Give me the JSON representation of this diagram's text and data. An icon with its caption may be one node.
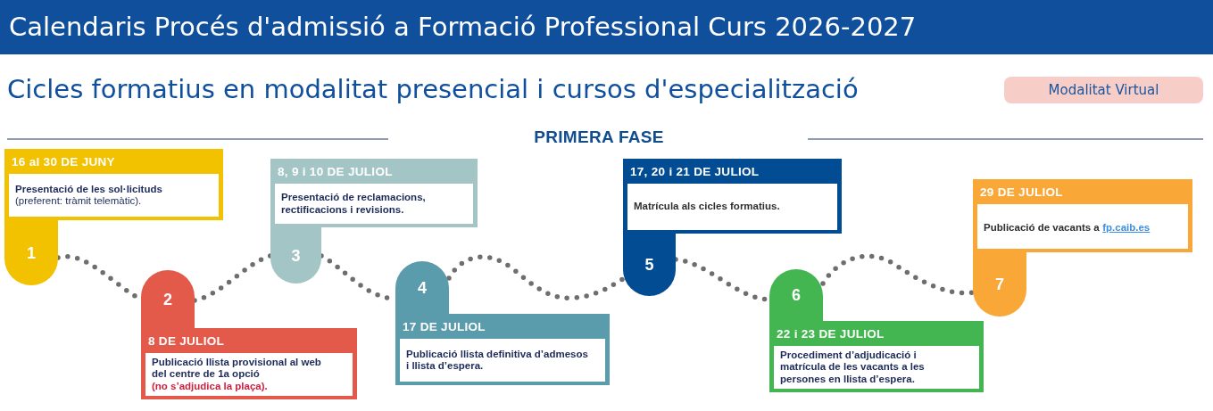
{
  "diagram": {
    "title": "Calendaris Procés d'admissió a Formació Professional Curs 2026-2027",
    "nodes": [
      {
        "text": [
          "16 al 30 DE JUNY",
          "**Presentació de les sol·licituds** (preferent: tràmit telemàtic)."
        ]
      },
      {
        "text": [
          "1"
        ]
      },
      {
        "text": [
          "2"
        ]
      },
      {
        "text": [
          "8 DE JULIOL",
          "Publicació llista provisional al web del centre de 1a opció",
          "(no s’adjudica la plaça)."
        ]
      },
      {
        "text": [
          "8, 9 i 10 DE JULIOL",
          "Presentació de reclamacions, rectificacions i revisions."
        ]
      },
      {
        "text": [
          "3"
        ]
      },
      {
        "text": [
          "4"
        ]
      },
      {
        "text": [
          "17 DE JULIOL",
          "Publicació llista definitiva d’admesos i llista d’espera."
        ]
      },
      {
        "text": [
          "17, 20 i 21 DE JULIOL",
          "Matrícula als cicles formatius."
        ]
      },
      {
        "text": [
          "5"
        ]
      },
      {
        "text": [
          "6"
        ]
      },
      {
        "text": [
          "22 i 23 DE JULIOL",
          "Procediment d’adjudicació i matrícula de les vacants a les persones en llista d’espera."
        ]
      },
      {
        "text": [
          "29 DE JULIOL",
          "Publicació de vacants a",
          "fp.caib.es"
        ]
      },
      {
        "text": [
          "7"
        ]
      }
    ],
    "edges": [
      {
        "from": 1,
        "to": 2,
        "arrow": "none"
      },
      {
        "from": 2,
        "to": 5,
        "arrow": "none"
      },
      {
        "from": 5,
        "to": 6,
        "arrow": "none"
      },
      {
        "from": 6,
        "to": 9,
        "arrow": "none"
      },
      {
        "from": 9,
        "to": 10,
        "arrow": "none"
      },
      {
        "from": 10,
        "to": 13,
        "arrow": "none"
      }
    ],
    "labels": [
      "Cicles formatius en modalitat presencial i cursos d'especialització",
      "Modalitat Virtual",
      "PRIMERA FASE"
    ]
  }
}
